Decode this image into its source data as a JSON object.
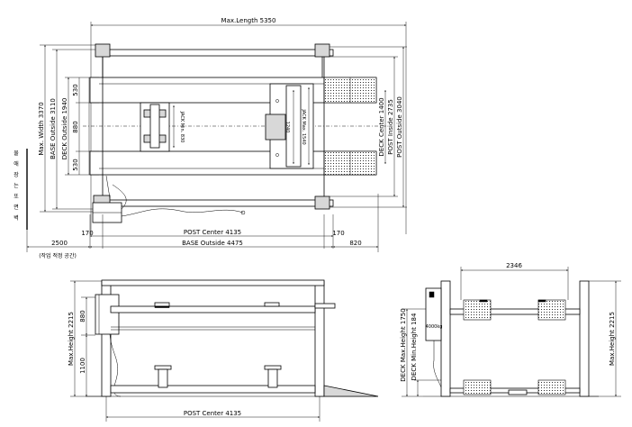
{
  "top_view": {
    "max_length": "Max.Length 5350",
    "max_width": "Max. Width 3370",
    "base_outside_v": "BASE Outside 3110",
    "deck_outside": "DECK Outside 1940",
    "dim_880": "880",
    "dim_530a": "530",
    "dim_530b": "530",
    "jack_min": "JACK Min. 830",
    "jack_max": "JACK Max. 1540",
    "dim_1240": "1240",
    "deck_center": "DECK Center 1400",
    "post_inside": "POST Inside 2735",
    "post_outside": "POST Outside 3040",
    "dim_170_left": "170",
    "dim_170_right": "170",
    "post_center": "POST Center 4135",
    "base_outside_h": "BASE Outside 4475",
    "dim_2500": "2500",
    "dim_820": "820",
    "work_space_note": "(작업 적정 공간)",
    "korean_vertical": [
      "벽",
      "면",
      "또",
      "는",
      "장",
      "애",
      "물"
    ]
  },
  "side_view": {
    "max_height": "Max.Height 2215",
    "dim_880": "880",
    "dim_1100": "1100",
    "post_center": "POST Center 4135"
  },
  "end_view": {
    "dim_2346": "2346",
    "deck_max_height": "DECK Max.Height 1750",
    "deck_min_height": "DECK Min.Height 184",
    "max_height": "Max.Height 2215",
    "control_label": "4000kg"
  }
}
